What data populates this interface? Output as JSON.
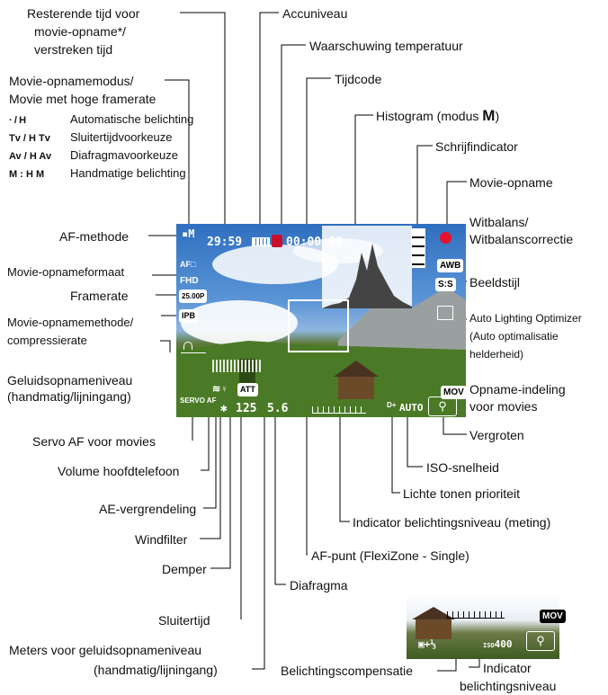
{
  "labels": {
    "remaining_time": "Resterende tijd voor",
    "remaining_time_2": "movie-opname*/",
    "remaining_time_3": "verstreken tijd",
    "battery": "Accuniveau",
    "temp_warning": "Waarschuwing temperatuur",
    "timecode": "Tijdcode",
    "histogram": "Histogram (modus",
    "histogram_mode": "M",
    "histogram_close": ")",
    "write_indicator": "Schrijfindicator",
    "movie_rec": "Movie-opname",
    "wb": "Witbalans/",
    "wb_2": "Witbalanscorrectie",
    "picture_style": "Beeldstijl",
    "alo": "Auto Lighting Optimizer",
    "alo_2": "(Auto optimalisatie",
    "alo_3": "helderheid)",
    "mov_format": "Opname-indeling",
    "mov_format_2": "voor movies",
    "magnify": "Vergroten",
    "iso": "ISO-snelheid",
    "htp": "Lichte tonen prioriteit",
    "exp_indicator": "Indicator belichtingsniveau (meting)",
    "af_point": "AF-punt (FlexiZone - Single)",
    "aperture": "Diafragma",
    "shutter": "Sluitertijd",
    "audio_meters": "Meters voor geluidsopnameniveau",
    "audio_meters_2": "(handmatig/lijningang)",
    "attenuator": "Demper",
    "wind_filter": "Windfilter",
    "ae_lock": "AE-vergrendeling",
    "headphone_vol": "Volume hoofdtelefoon",
    "servo_af": "Servo AF voor movies",
    "audio_level": "Geluidsopnameniveau",
    "audio_level_2": "(handmatig/lijningang)",
    "compression": "Movie-opnamemethode/",
    "compression_2": "compressierate",
    "framerate": "Framerate",
    "rec_size": "Movie-opnameformaat",
    "af_method": "AF-methode",
    "shoot_mode": "Movie-opnamemodus/",
    "shoot_mode_2": "Movie met hoge framerate",
    "exp_comp": "Belichtingscompensatie",
    "exp_level": "Indicator",
    "exp_level_2": "belichtingsniveau"
  },
  "modes": [
    {
      "icon": "· / H",
      "label": "Automatische belichting"
    },
    {
      "icon": "Tv / H Tv",
      "label": "Sluitertijdvoorkeuze"
    },
    {
      "icon": "Av / H Av",
      "label": "Diafragmavoorkeuze"
    },
    {
      "icon": "M : H M",
      "label": "Handmatige belichting"
    }
  ],
  "screen": {
    "remaining": "29:59",
    "timecode": "00:00:00.",
    "shutter": "125",
    "aperture": "5.6",
    "iso": "AUTO",
    "att": "ATT",
    "awb": "AWB",
    "mov": "MOV",
    "fhd": "FHD",
    "fps": "25.00P",
    "ipb": "IPB",
    "servo": "SERVO AF",
    "af_method": "AF□",
    "style": "S:S",
    "mode": "M"
  },
  "inset": {
    "mov": "MOV",
    "comp": "+⅓",
    "iso": "400"
  },
  "colors": {
    "rec_dot": "#e8102a",
    "temp_warning": "#c8102e"
  }
}
